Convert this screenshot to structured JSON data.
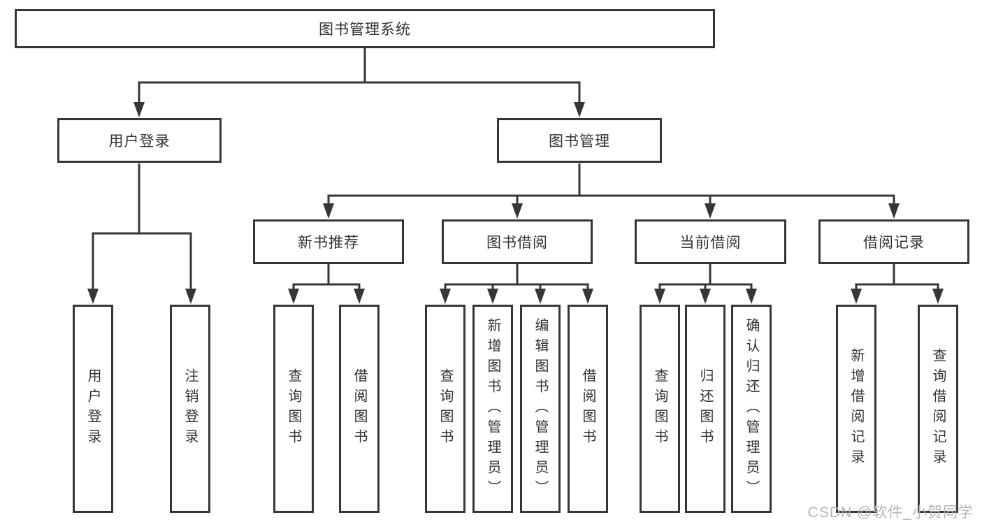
{
  "colors": {
    "line": "#363636",
    "box_border": "#363636",
    "text": "#333333",
    "background": "#ffffff",
    "watermark_text_color": "#b5b5b5"
  },
  "diagram": {
    "root": {
      "label": "图书管理系统"
    },
    "branches": [
      {
        "label": "用户登录",
        "children": [
          {
            "label": "用户登录"
          },
          {
            "label": "注销登录"
          }
        ]
      },
      {
        "label": "图书管理",
        "children": [
          {
            "label": "新书推荐",
            "children": [
              {
                "label": "查询图书"
              },
              {
                "label": "借阅图书"
              }
            ]
          },
          {
            "label": "图书借阅",
            "children": [
              {
                "label": "查询图书"
              },
              {
                "label": "新增图书（管理员）"
              },
              {
                "label": "编辑图书（管理员）"
              },
              {
                "label": "借阅图书"
              }
            ]
          },
          {
            "label": "当前借阅",
            "children": [
              {
                "label": "查询图书"
              },
              {
                "label": "归还图书"
              },
              {
                "label": "确认归还（管理员）"
              }
            ]
          },
          {
            "label": "借阅记录",
            "children": [
              {
                "label": "新增借阅记录"
              },
              {
                "label": "查询借阅记录"
              }
            ]
          }
        ]
      }
    ]
  },
  "watermark": {
    "text": "CSDN @软件_小贺同学"
  }
}
